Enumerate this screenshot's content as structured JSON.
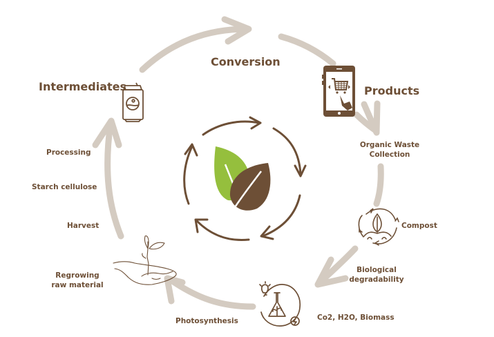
{
  "colors": {
    "brown": "#6d4f36",
    "arrow_grey": "#d4cbc1",
    "leaf_green": "#95bf3d",
    "background": "#ffffff"
  },
  "title_center": "recycle-leaf-icon",
  "stages": {
    "conversion": "Conversion",
    "products": "Products",
    "intermediates": "Intermediates"
  },
  "steps": {
    "organic_waste_line1": "Organic Waste",
    "organic_waste_line2": "Collection",
    "compost": "Compost",
    "biological_line1": "Biological",
    "biological_line2": "degradability",
    "co2": "Co2, H2O, Biomass",
    "photosynthesis": "Photosynthesis",
    "regrowing_line1": "Regrowing",
    "regrowing_line2": "raw material",
    "harvest": "Harvest",
    "starch": "Starch cellulose",
    "processing": "Processing"
  },
  "icons": {
    "intermediates": "beverage-can-icon",
    "products": "smartphone-shopping-cart-icon",
    "compost": "compost-cycle-icon",
    "lab": "flask-plant-icon",
    "regrowing": "hand-seedling-icon",
    "center": "leaves-recycle-icon"
  }
}
